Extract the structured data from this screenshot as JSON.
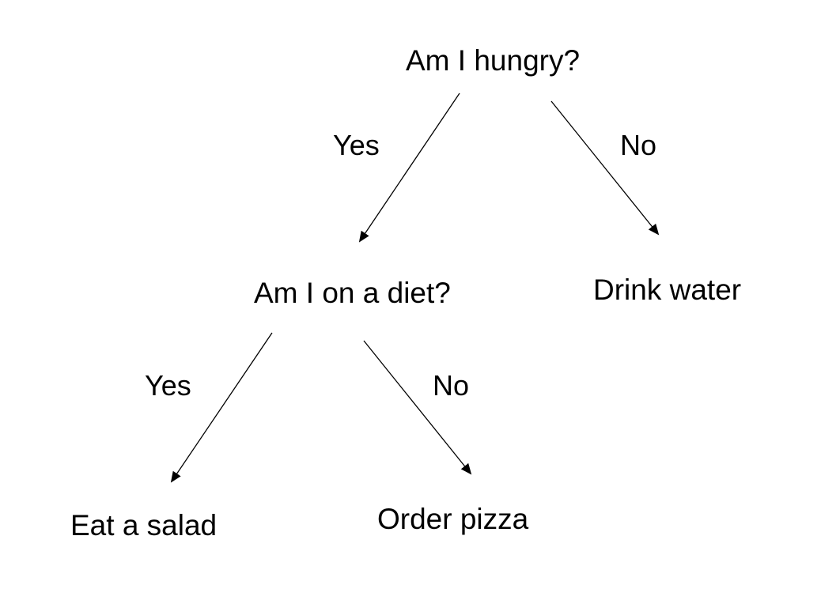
{
  "diagram": {
    "type": "decision-tree",
    "nodes": {
      "root": "Am I hungry?",
      "diet_question": "Am I on a diet?",
      "drink_water": "Drink water",
      "eat_salad": "Eat a salad",
      "order_pizza": "Order pizza"
    },
    "edges": {
      "root_yes": "Yes",
      "root_no": "No",
      "diet_yes": "Yes",
      "diet_no": "No"
    },
    "line_color": "#000000",
    "background_color": "#ffffff"
  }
}
